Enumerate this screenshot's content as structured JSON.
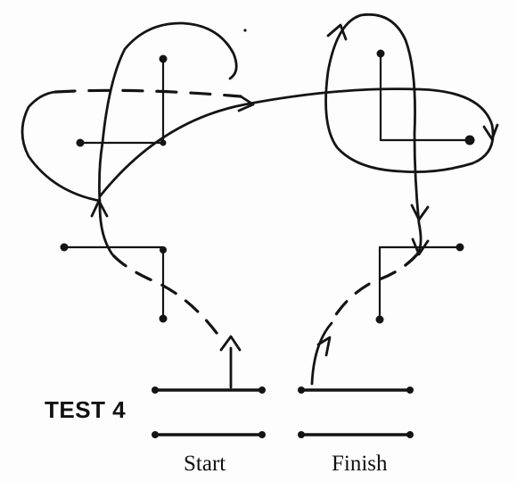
{
  "test_label": "TEST 4",
  "start_label": "Start",
  "finish_label": "Finish",
  "colors": {
    "ink": "#141414",
    "background": "#fdfdfd"
  }
}
